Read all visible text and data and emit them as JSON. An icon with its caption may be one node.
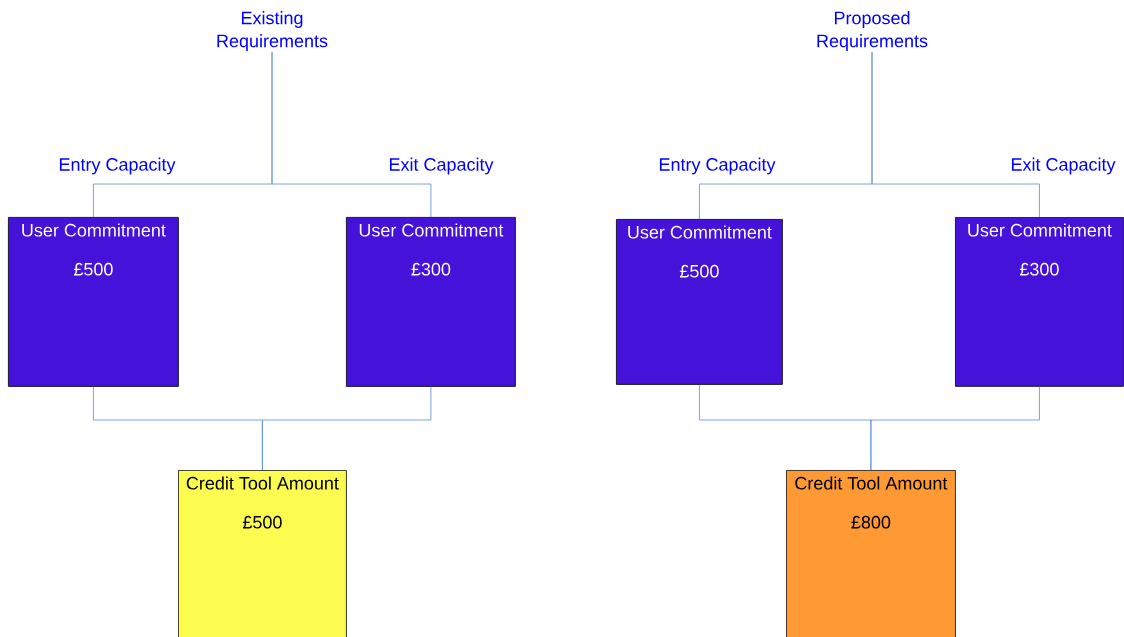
{
  "diagram": {
    "nodes": [
      {
        "text": [
          "Existing Requirements"
        ]
      },
      {
        "text": [
          "User Commitment",
          "£500"
        ],
        "beside": [
          "Entry Capacity"
        ]
      },
      {
        "text": [
          "User Commitment",
          "£300"
        ],
        "beside": [
          "Exit Capacity"
        ]
      },
      {
        "text": [
          "Credit Tool Amount",
          "£500"
        ]
      },
      {
        "text": [
          "Proposed Requirements"
        ]
      },
      {
        "text": [
          "User Commitment",
          "£500"
        ],
        "beside": [
          "Entry Capacity"
        ]
      },
      {
        "text": [
          "User Commitment",
          "£300"
        ],
        "beside": [
          "Exit Capacity"
        ]
      },
      {
        "text": [
          "Credit Tool Amount",
          "£800"
        ]
      }
    ],
    "edges": [
      {
        "from": 0,
        "to": 1,
        "arrow": "none"
      },
      {
        "from": 0,
        "to": 2,
        "arrow": "none"
      },
      {
        "from": 1,
        "to": 3,
        "arrow": "none"
      },
      {
        "from": 2,
        "to": 3,
        "arrow": "none"
      },
      {
        "from": 4,
        "to": 5,
        "arrow": "none"
      },
      {
        "from": 4,
        "to": 6,
        "arrow": "none"
      },
      {
        "from": 5,
        "to": 7,
        "arrow": "none"
      },
      {
        "from": 6,
        "to": 7,
        "arrow": "none"
      }
    ]
  }
}
